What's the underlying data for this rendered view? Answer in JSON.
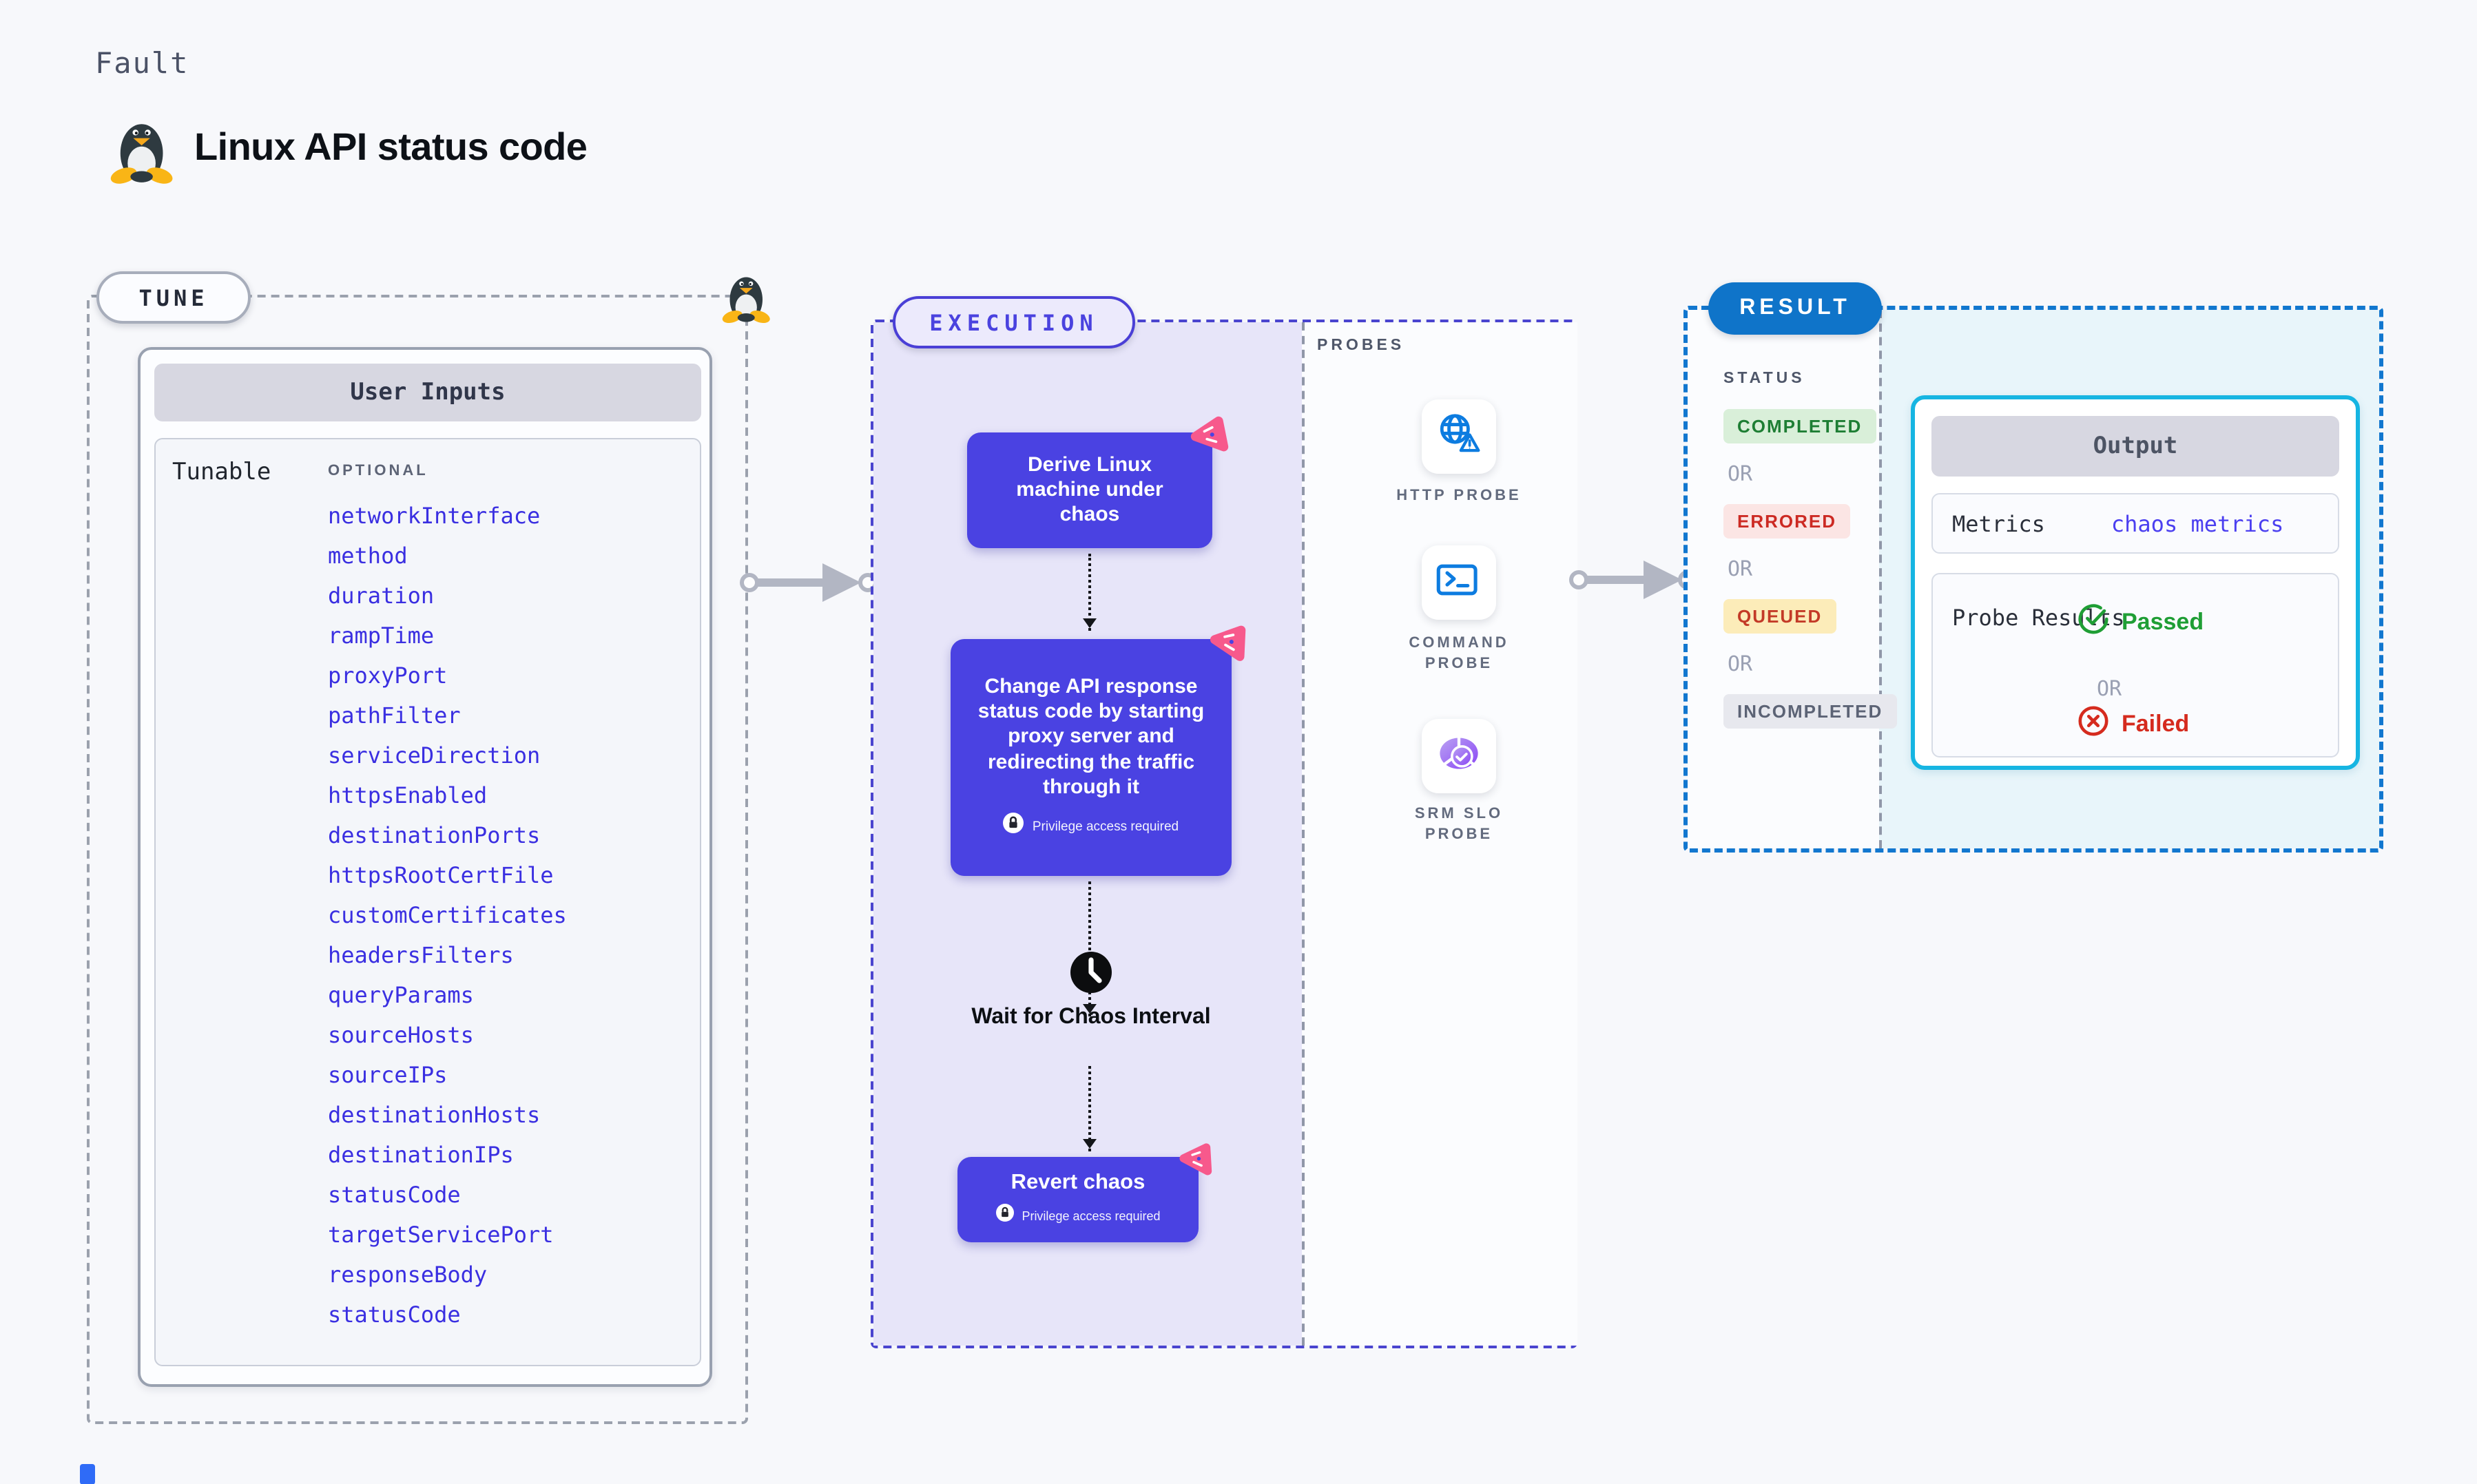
{
  "page": {
    "fault_label": "Fault",
    "title": "Linux API status code"
  },
  "tune": {
    "pill": "TUNE",
    "card_header": "User Inputs",
    "row_label": "Tunable",
    "optional_label": "OPTIONAL",
    "tunables": [
      "networkInterface",
      "method",
      "duration",
      "rampTime",
      "proxyPort",
      "pathFilter",
      "serviceDirection",
      "httpsEnabled",
      "destinationPorts",
      "httpsRootCertFile",
      "customCertificates",
      "headersFilters",
      "queryParams",
      "sourceHosts",
      "sourceIPs",
      "destinationHosts",
      "destinationIPs",
      "statusCode",
      "targetServicePort",
      "responseBody",
      "statusCode"
    ]
  },
  "execution": {
    "pill": "EXECUTION",
    "node_derive": "Derive Linux machine under chaos",
    "node_change": "Change API response status code by starting proxy server and redirecting the traffic through it",
    "node_wait": "Wait for Chaos Interval",
    "node_revert": "Revert chaos",
    "privilege_label": "Privilege access required"
  },
  "probes": {
    "label": "PROBES",
    "items": [
      {
        "label": "HTTP PROBE",
        "icon": "globe-alert-icon"
      },
      {
        "label": "COMMAND PROBE",
        "icon": "terminal-icon"
      },
      {
        "label": "SRM SLO PROBE",
        "icon": "slo-donut-icon"
      }
    ]
  },
  "result": {
    "pill": "RESULT",
    "status_label": "STATUS",
    "or_label": "OR",
    "statuses": [
      {
        "label": "COMPLETED",
        "key": "completed"
      },
      {
        "label": "ERRORED",
        "key": "errored"
      },
      {
        "label": "QUEUED",
        "key": "queued"
      },
      {
        "label": "INCOMPLETED",
        "key": "incompleted"
      }
    ],
    "output": {
      "header": "Output",
      "metrics_label": "Metrics",
      "metrics_value": "chaos metrics",
      "probe_results_label": "Probe Results",
      "passed_label": "Passed",
      "failed_label": "Failed"
    }
  },
  "colors": {
    "node_indigo": "#4a42e2",
    "execution_border": "#4a44cf",
    "execution_fill": "#e7e5f9",
    "result_border": "#1277cf",
    "result_pill": "#0f74c9",
    "result_fill": "#e8f5fa",
    "output_border": "#16b5e2",
    "tunable_link": "#3a2fe1",
    "chaos_pink": "#f7598c",
    "probe_icon_blue": "#0d7ce0",
    "status_completed": "#1e7e34",
    "status_errored": "#cc2a23",
    "status_queued": "#c33a27",
    "status_incompleted": "#5c6375",
    "passed_green": "#1f9e35",
    "failed_red": "#d52b1e"
  }
}
